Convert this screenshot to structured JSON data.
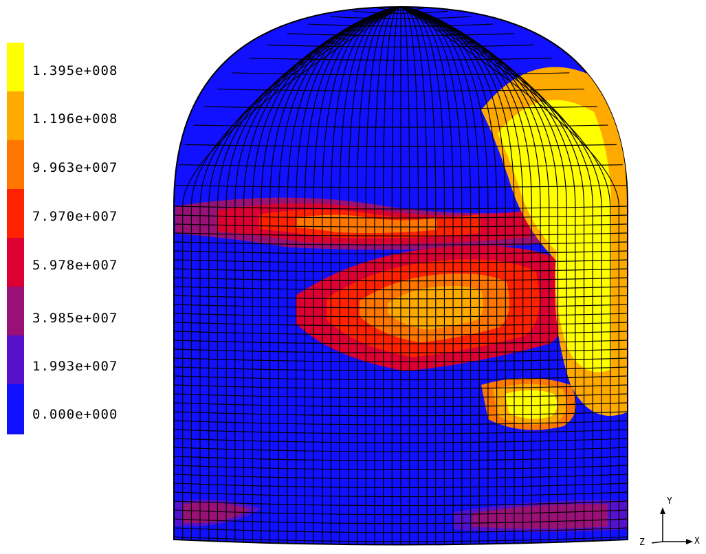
{
  "legend": {
    "labels": [
      "1.395e+008",
      "1.196e+008",
      "9.963e+007",
      "7.970e+007",
      "5.978e+007",
      "3.985e+007",
      "1.993e+007",
      "0.000e+000"
    ],
    "colors": [
      "#ffff00",
      "#ffaa00",
      "#ff7700",
      "#ff2200",
      "#dd0033",
      "#991177",
      "#5511cc",
      "#1111ff"
    ]
  },
  "triad": {
    "x_label": "X",
    "y_label": "Y",
    "z_label": "Z"
  },
  "hotspots": [
    {
      "level": 1,
      "kind": "band-lower-left"
    },
    {
      "level": 1,
      "kind": "band-lower-right"
    },
    {
      "level": 2,
      "kind": "band-left"
    },
    {
      "level": 3,
      "kind": "central-hot"
    },
    {
      "level": 5,
      "kind": "lower-blob"
    },
    {
      "level": 6,
      "kind": "right-hot"
    }
  ]
}
